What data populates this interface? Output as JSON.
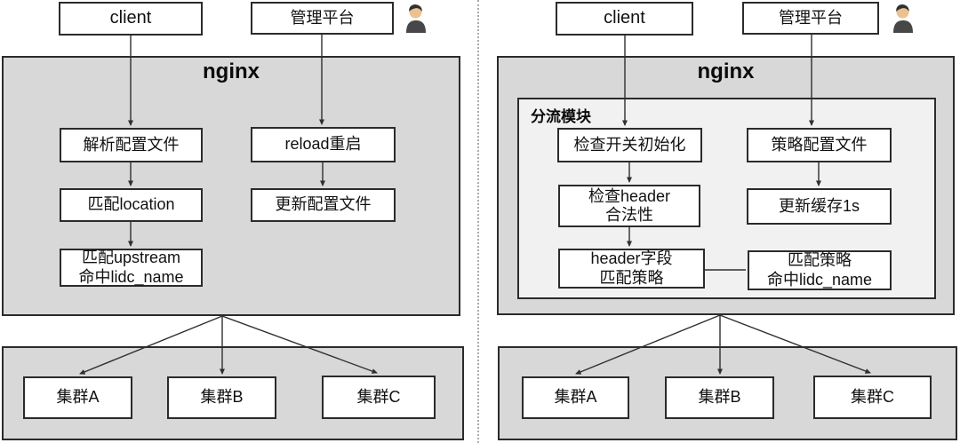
{
  "colors": {
    "container_fill": "#d8d8d8",
    "module_fill": "#f1f1f1",
    "node_fill": "#ffffff",
    "border": "#2b2b2b",
    "divider": "#ababab",
    "text": "#111111"
  },
  "left_diagram": {
    "client_label": "client",
    "admin_label": "管理平台",
    "nginx_title": "nginx",
    "nodes": {
      "parse_config": "解析配置文件",
      "reload": "reload重启",
      "match_location": "匹配location",
      "update_config": "更新配置文件",
      "match_upstream": "匹配upstream\n命中lidc_name"
    },
    "clusters": [
      "集群A",
      "集群B",
      "集群C"
    ],
    "edges": [
      "client → 解析配置文件",
      "解析配置文件 → 匹配location",
      "匹配location → 匹配upstream命中lidc_name",
      "管理平台 → reload重启",
      "reload重启 → 更新配置文件",
      "nginx → 集群A",
      "nginx → 集群B",
      "nginx → 集群C"
    ]
  },
  "right_diagram": {
    "client_label": "client",
    "admin_label": "管理平台",
    "nginx_title": "nginx",
    "module_label": "分流模块",
    "nodes": {
      "check_switch": "检查开关初始化",
      "policy_config": "策略配置文件",
      "check_header": "检查header\n合法性",
      "update_cache": "更新缓存1s",
      "header_match": "header字段\n匹配策略",
      "match_policy": "匹配策略\n命中lidc_name"
    },
    "clusters": [
      "集群A",
      "集群B",
      "集群C"
    ],
    "edges": [
      "client → 检查开关初始化",
      "检查开关初始化 → 检查header合法性",
      "检查header合法性 → header字段匹配策略",
      "header字段匹配策略 → 匹配策略命中lidc_name",
      "管理平台 → 策略配置文件",
      "策略配置文件 → 更新缓存1s",
      "nginx → 集群A",
      "nginx → 集群B",
      "nginx → 集群C"
    ]
  }
}
